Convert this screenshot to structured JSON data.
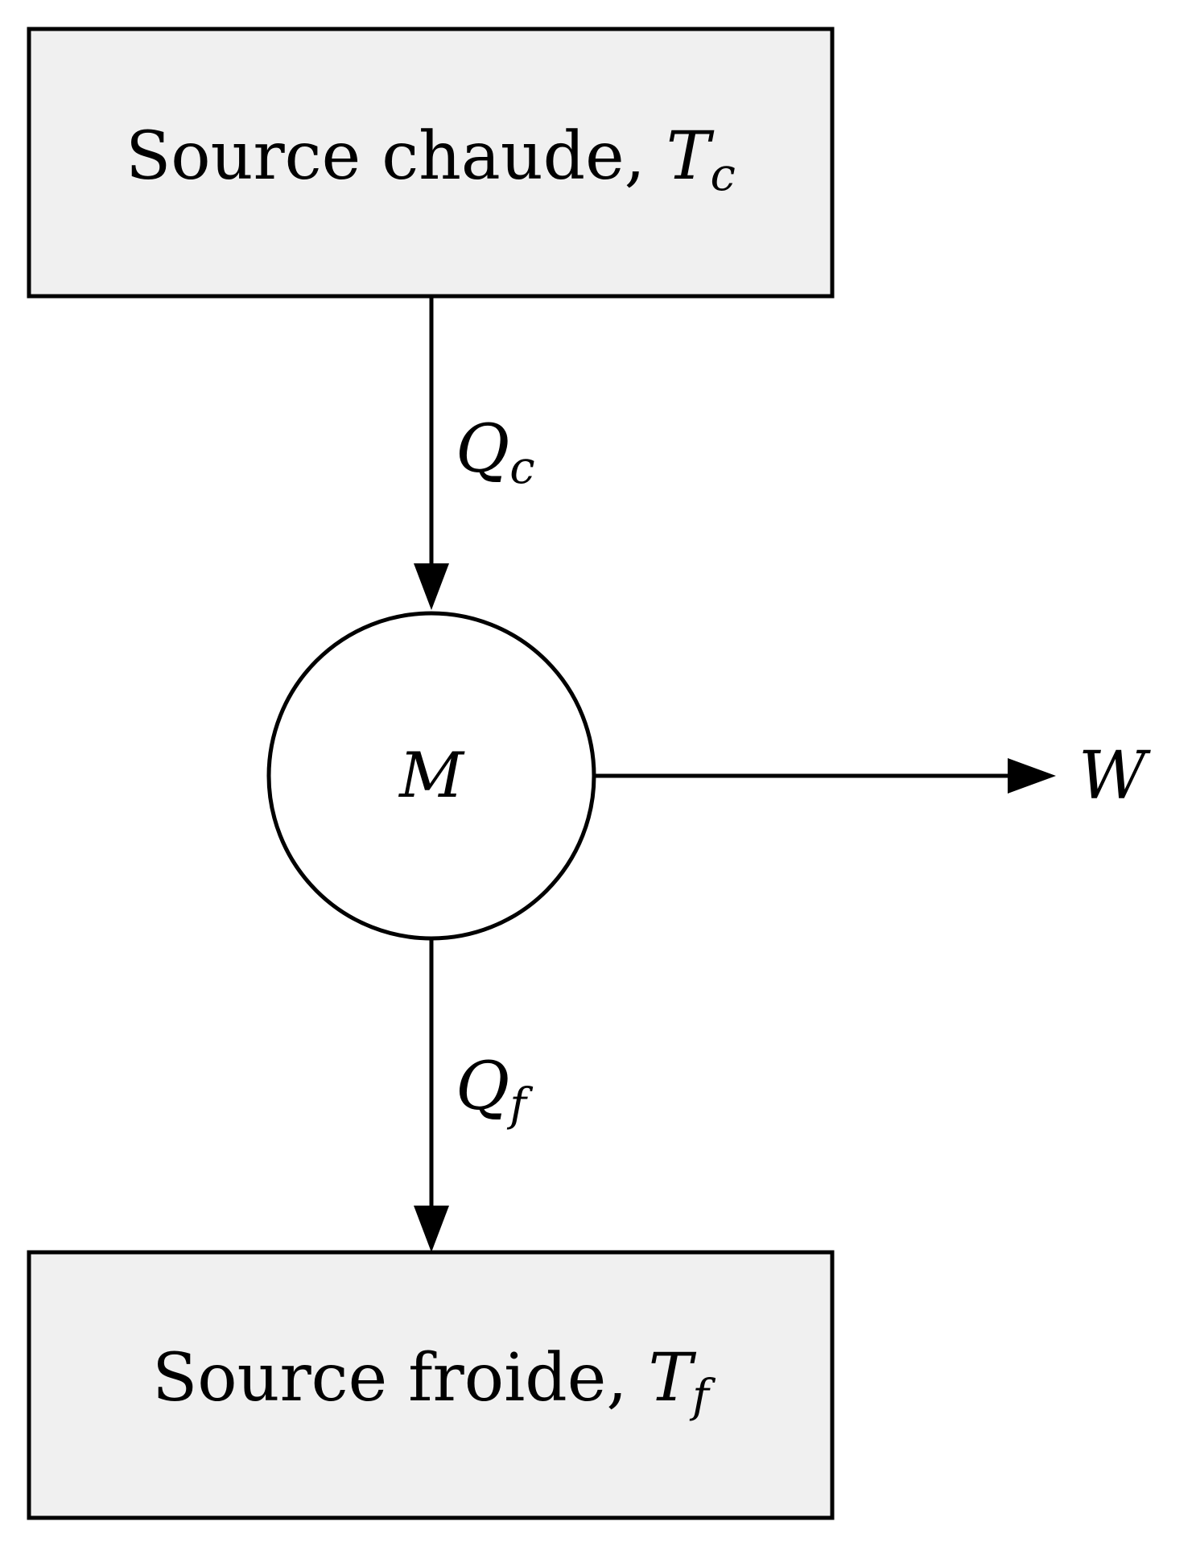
{
  "hot_source": {
    "label": "Source chaude, ",
    "symbol": "T",
    "subscript": "c"
  },
  "cold_source": {
    "label": "Source froide, ",
    "symbol": "T",
    "subscript": "f"
  },
  "engine": {
    "symbol": "M"
  },
  "heat_in": {
    "symbol": "Q",
    "subscript": "c"
  },
  "heat_out": {
    "symbol": "Q",
    "subscript": "f"
  },
  "work": {
    "symbol": "W"
  }
}
